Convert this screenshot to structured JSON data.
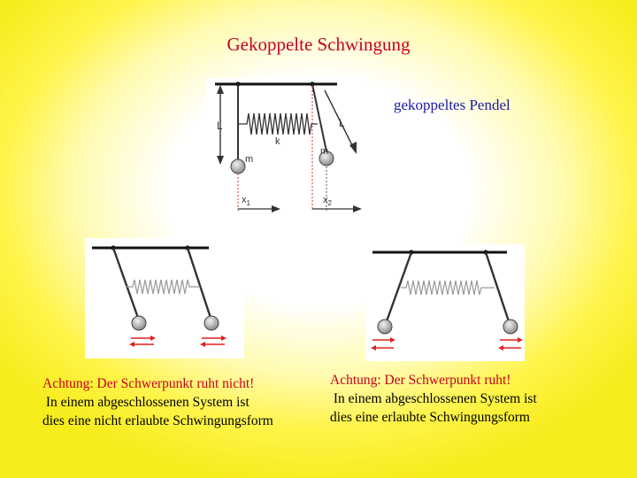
{
  "title": "Gekoppelte Schwingung",
  "subtitle": "gekoppeltes Pendel",
  "diagram_main": {
    "labels": {
      "length_left": "L",
      "length_right": "L",
      "spring": "k",
      "mass_left": "m",
      "mass_right": "m",
      "x1": "x",
      "x1_sub": "1",
      "x2": "x",
      "x2_sub": "2"
    }
  },
  "note_left": {
    "warning": "Achtung: Der Schwerpunkt ruht nicht!",
    "line2": " In einem abgeschlossenen System ist",
    "line3": "dies eine nicht erlaubte Schwingungsform"
  },
  "note_right": {
    "warning": "Achtung: Der Schwerpunkt ruht!",
    "line2": " In einem abgeschlossenen System ist",
    "line3": "dies eine erlaubte Schwingungsform"
  },
  "colors": {
    "title": "#c8001e",
    "subtitle": "#1a1aa8",
    "warning": "#c8001e",
    "arrow": "#e02020"
  }
}
